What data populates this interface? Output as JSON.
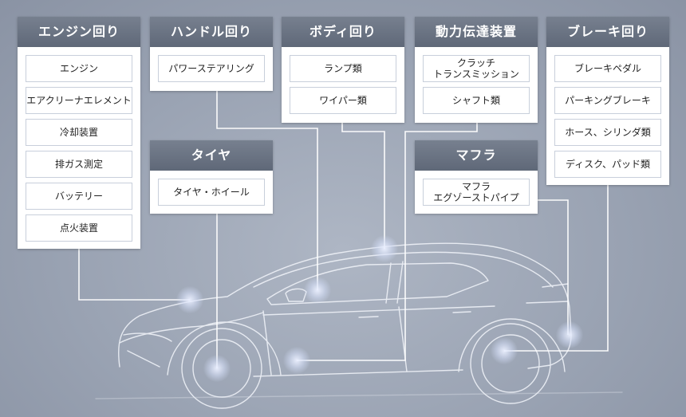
{
  "categories": [
    {
      "key": "engine",
      "title": "エンジン回り",
      "items": [
        "エンジン",
        "エアクリーナエレメント",
        "冷却装置",
        "排ガス測定",
        "バッテリー",
        "点火装置"
      ]
    },
    {
      "key": "handle",
      "title": "ハンドル回り",
      "items": [
        "パワーステアリング"
      ]
    },
    {
      "key": "body",
      "title": "ボディ回り",
      "items": [
        "ランプ類",
        "ワイパー類"
      ]
    },
    {
      "key": "drivetrain",
      "title": "動力伝達装置",
      "items": [
        "クラッチ\nトランスミッション",
        "シャフト類"
      ]
    },
    {
      "key": "brake",
      "title": "ブレーキ回り",
      "items": [
        "ブレーキペダル",
        "パーキングブレーキ",
        "ホース、シリンダ類",
        "ディスク、パッド類"
      ]
    },
    {
      "key": "tire",
      "title": "タイヤ",
      "items": [
        "タイヤ・ホイール"
      ]
    },
    {
      "key": "muffler",
      "title": "マフラ",
      "items": [
        "マフラ\nエグゾーストパイプ"
      ]
    }
  ],
  "colors": {
    "background": "#9aa3b3",
    "header": "#6a7383",
    "line": "#ffffff"
  }
}
